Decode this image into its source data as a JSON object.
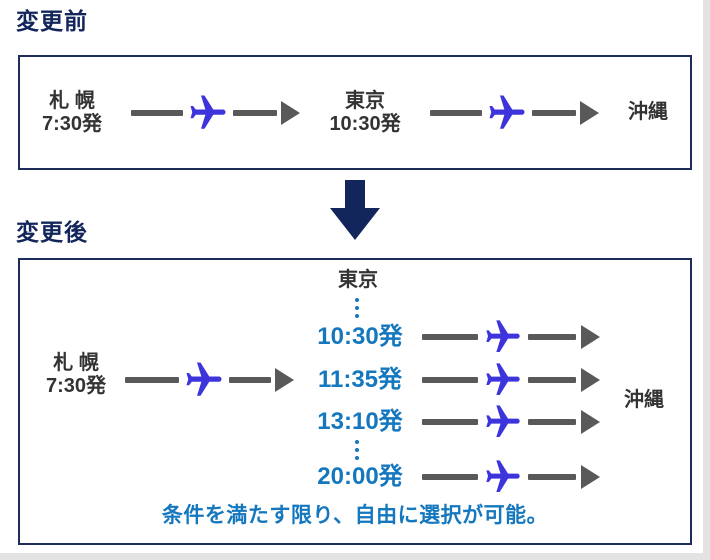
{
  "colors": {
    "navy": "#13265c",
    "blue": "#1577be",
    "plane_blue": "#3d34db",
    "arrow_gray": "#595959",
    "text_dark": "#333333"
  },
  "before": {
    "title": "変更前",
    "origin": {
      "city": "札 幌",
      "time": "7:30発"
    },
    "via": {
      "city": "東京",
      "time": "10:30発"
    },
    "destination": {
      "city": "沖縄"
    }
  },
  "after": {
    "title": "変更後",
    "origin": {
      "city": "札 幌",
      "time": "7:30発"
    },
    "hub": "東京",
    "departures": [
      "10:30発",
      "11:35発",
      "13:10発",
      "20:00発"
    ],
    "destination": "沖縄",
    "caption": "条件を満たす限り、自由に選択が可能。"
  }
}
